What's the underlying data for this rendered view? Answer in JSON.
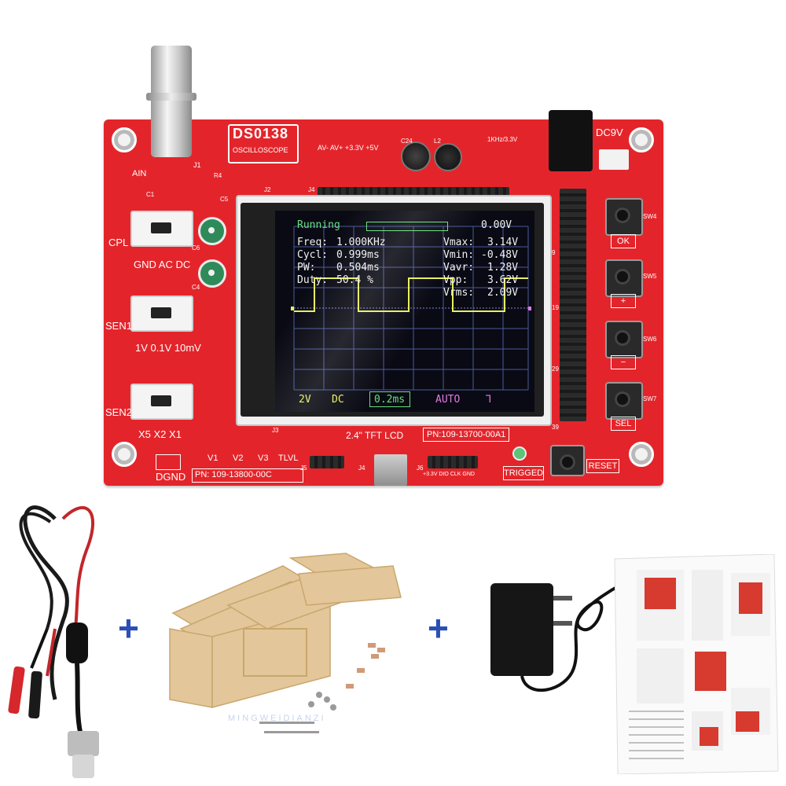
{
  "board": {
    "model": "DS0138",
    "model_sub": "OSCILLOSCOPE",
    "pn_main": "PN: 109-13800-00C",
    "pn_lcd": "PN:109-13700-00A1",
    "lcd_size_label": "2.4\" TFT LCD",
    "labels": {
      "ain": "AIN",
      "j1": "J1",
      "cpl": "CPL",
      "cpl_opts": "GND AC DC",
      "sen1": "SEN1",
      "sen1_opts": "1V 0.1V 10mV",
      "sen2": "SEN2",
      "sen2_opts": "X5 X2 X1",
      "dgnd": "DGND",
      "power_rails": "AV-  AV+ +3.3V +5V",
      "freq_ref": "1KHz/3.3V",
      "dc9v": "DC9V",
      "v1": "V1",
      "v2": "V2",
      "v3": "V3",
      "tlvl": "TLVL",
      "prog_pins": "+3.3V DIO CLK GND",
      "triggered": "TRIGGED",
      "reset": "RESET",
      "sw4": "SW4",
      "sw5": "SW5",
      "sw6": "SW6",
      "sw7": "SW7",
      "ok": "OK",
      "plus": "+",
      "minus": "−",
      "sel": "SEL",
      "c24": "C24",
      "l2": "L2",
      "r4": "R4",
      "c1": "C1",
      "c5": "C5",
      "c6": "C6",
      "c4": "C4",
      "j2": "J2",
      "j3": "J3",
      "j4": "J4",
      "j5": "J5",
      "j6": "J6",
      "pin19": "19",
      "pin29": "29",
      "pin39": "39",
      "pin9": "9"
    }
  },
  "scope_screen": {
    "status": "Running",
    "offset": "0.00V",
    "left_meas": [
      {
        "label": "Freq:",
        "value": "1.000KHz"
      },
      {
        "label": "Cycl:",
        "value": "0.999ms"
      },
      {
        "label": "PW:",
        "value": "0.504ms"
      },
      {
        "label": "Duty:",
        "value": "50.4 %"
      }
    ],
    "right_meas": [
      {
        "label": "Vmax:",
        "value": "3.14V"
      },
      {
        "label": "Vmin:",
        "value": "-0.48V"
      },
      {
        "label": "Vavr:",
        "value": "1.28V"
      },
      {
        "label": "Vpp:",
        "value": "3.62V"
      },
      {
        "label": "Vrms:",
        "value": "2.09V"
      }
    ],
    "volt_div": "2V",
    "coupling": "DC",
    "time_div": "0.2ms",
    "trigger_mode": "AUTO",
    "trigger_edge": "Ꞁ"
  },
  "watermark": "MINGWEIDIANZI",
  "colors": {
    "pcb": "#e3252b",
    "trace": "#e8f05a",
    "grid": "#4a5a9a",
    "plus_sign": "#2a4fb5"
  }
}
